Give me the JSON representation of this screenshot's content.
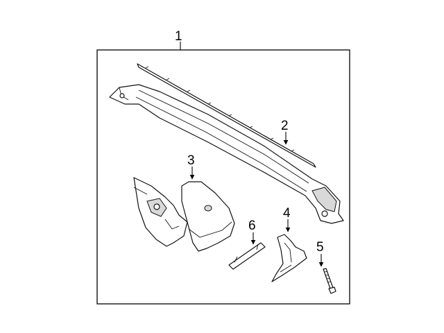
{
  "diagram": {
    "callouts": [
      "1",
      "2",
      "3",
      "4",
      "5",
      "6"
    ]
  }
}
